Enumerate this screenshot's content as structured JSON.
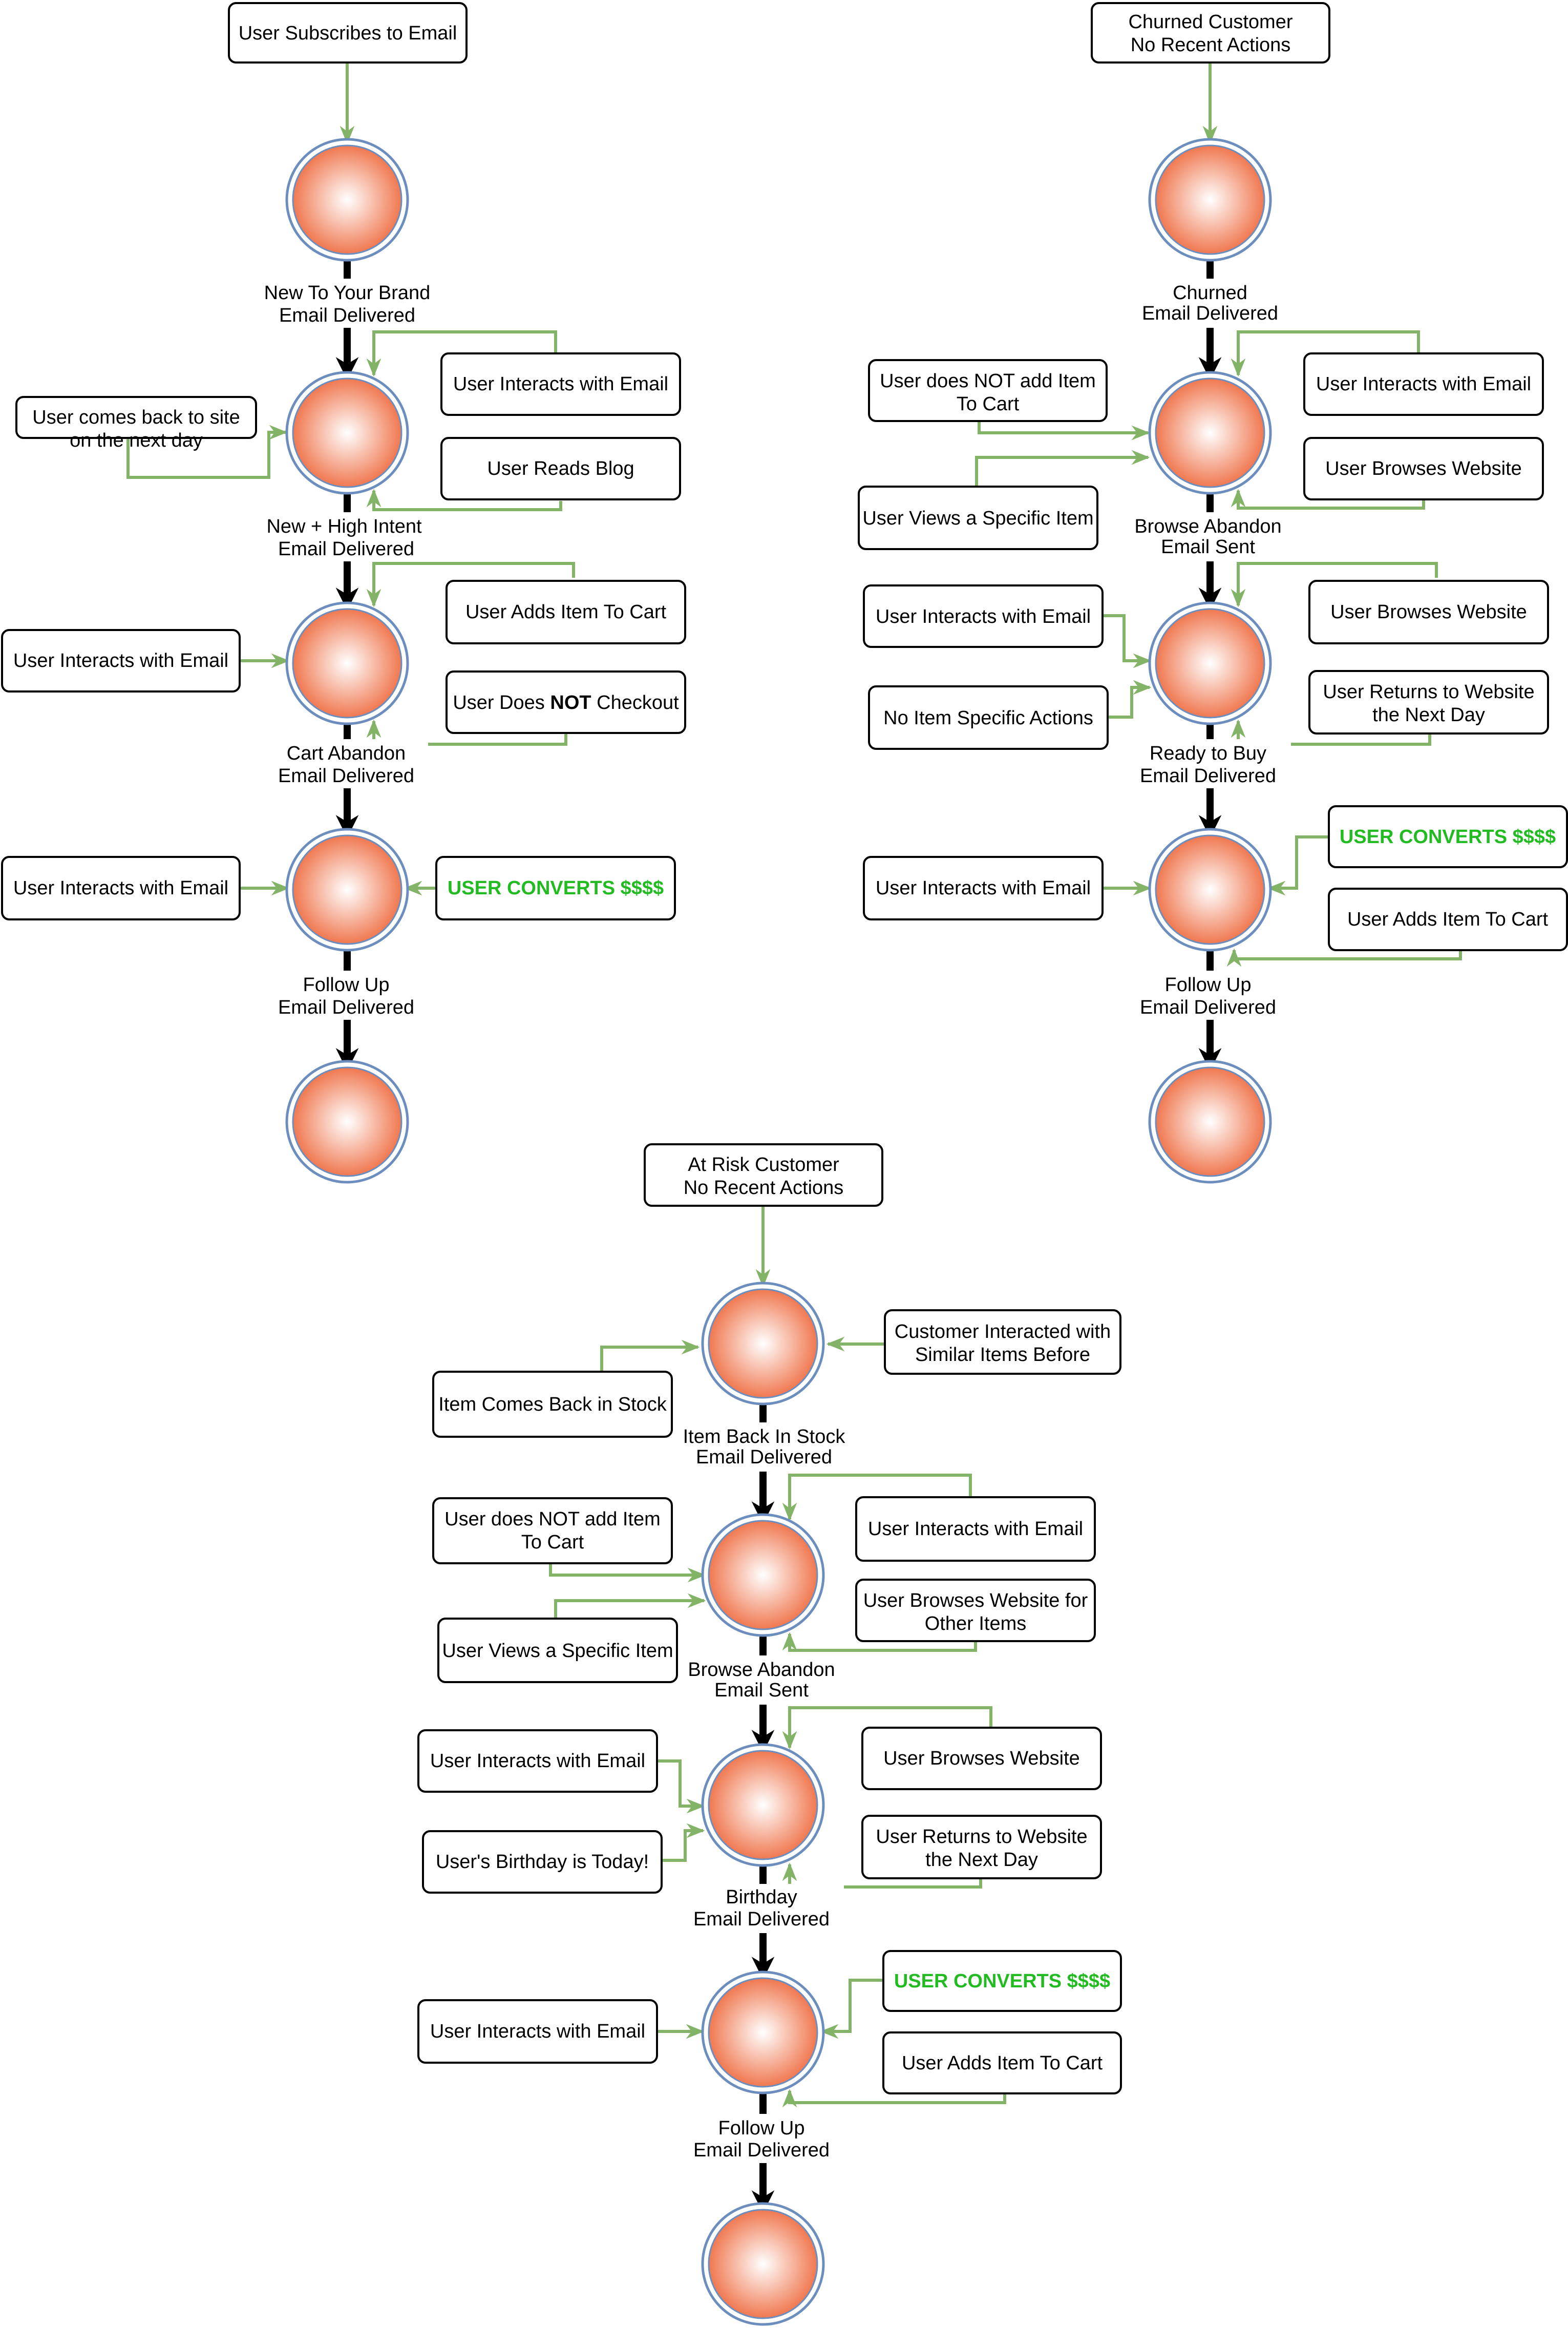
{
  "palette": {
    "edge_green": "#82b366",
    "flow_black": "#000000",
    "node_outer": "#6c8ebf",
    "node_fill_center": "#ffffff",
    "node_fill_edge": "#f07850",
    "convert_green": "#22bb22"
  },
  "flows": [
    {
      "trigger": "User Subscribes to Email",
      "stages": [
        {
          "label": [
            "New To Your Brand",
            "Email Delivered"
          ],
          "left_inputs": [],
          "right_inputs": []
        },
        {
          "label": [
            "New + High Intent",
            "Email Delivered"
          ],
          "left_inputs": [
            [
              "User comes back to site",
              "on the next day"
            ]
          ],
          "right_inputs": [
            [
              "User Interacts with Email"
            ],
            [
              "User Reads Blog"
            ]
          ]
        },
        {
          "label": [
            "Cart Abandon",
            "Email Delivered"
          ],
          "left_inputs": [
            [
              "User Interacts with Email"
            ]
          ],
          "right_inputs": [
            [
              "User Adds Item To Cart"
            ],
            [
              "User Does NOT Checkout"
            ]
          ]
        },
        {
          "label": [
            "Follow Up",
            "Email Delivered"
          ],
          "left_inputs": [
            [
              "User Interacts with Email"
            ]
          ],
          "right_inputs": [
            [
              "USER CONVERTS $$$$"
            ]
          ]
        }
      ]
    },
    {
      "trigger": "Churned Customer No Recent Actions",
      "trigger_lines": [
        "Churned Customer",
        "No Recent Actions"
      ],
      "stages": [
        {
          "label": [
            "Churned",
            "Email Delivered"
          ],
          "left_inputs": [],
          "right_inputs": []
        },
        {
          "label": [
            "Browse Abandon",
            "Email Sent"
          ],
          "left_inputs": [
            [
              "User does NOT add Item",
              "To Cart"
            ],
            [
              "User Views a Specific Item"
            ]
          ],
          "right_inputs": [
            [
              "User Interacts with Email"
            ],
            [
              "User Browses Website"
            ]
          ]
        },
        {
          "label": [
            "Ready to Buy",
            "Email Delivered"
          ],
          "left_inputs": [
            [
              "User Interacts with Email"
            ],
            [
              "No Item Specific Actions"
            ]
          ],
          "right_inputs": [
            [
              "User Browses Website"
            ],
            [
              "User Returns to Website",
              "the Next Day"
            ]
          ]
        },
        {
          "label": [
            "Follow Up",
            "Email Delivered"
          ],
          "left_inputs": [
            [
              "User Interacts with Email"
            ]
          ],
          "right_inputs": [
            [
              "USER CONVERTS $$$$"
            ],
            [
              "User Adds Item To Cart"
            ]
          ]
        }
      ]
    },
    {
      "trigger_lines": [
        "At Risk Customer",
        "No Recent Actions"
      ],
      "stages": [
        {
          "label": [
            "Item Back In Stock",
            "Email Delivered"
          ],
          "left_inputs": [
            [
              "Item Comes Back in Stock"
            ]
          ],
          "right_inputs": [
            [
              "Customer Interacted with",
              "Similar Items Before"
            ]
          ]
        },
        {
          "label": [
            "Browse Abandon",
            "Email Sent"
          ],
          "left_inputs": [
            [
              "User does NOT add Item",
              "To Cart"
            ],
            [
              "User Views a Specific Item"
            ]
          ],
          "right_inputs": [
            [
              "User Interacts with Email"
            ],
            [
              "User Browses Website for",
              "Other Items"
            ]
          ]
        },
        {
          "label": [
            "Birthday",
            "Email Delivered"
          ],
          "left_inputs": [
            [
              "User Interacts with Email"
            ],
            [
              "User's Birthday is Today!"
            ]
          ],
          "right_inputs": [
            [
              "User Browses Website"
            ],
            [
              "User Returns to Website",
              "the Next Day"
            ]
          ]
        },
        {
          "label": [
            "Follow Up",
            "Email Delivered"
          ],
          "left_inputs": [
            [
              "User Interacts with Email"
            ]
          ],
          "right_inputs": [
            [
              "USER CONVERTS $$$$"
            ],
            [
              "User Adds Item To Cart"
            ]
          ]
        }
      ]
    }
  ],
  "text": {
    "f1_trigger": "User Subscribes to Email",
    "f1_s1_l1": "New To Your Brand",
    "f1_s1_l2": "Email Delivered",
    "f1_s2_l1": "New + High Intent",
    "f1_s2_l2": "Email Delivered",
    "f1_s3_l1": "Cart Abandon",
    "f1_s3_l2": "Email Delivered",
    "f1_s4_l1": "Follow Up",
    "f1_s4_l2": "Email Delivered",
    "f1_b_interact_top": "User Interacts with Email",
    "f1_b_blog": "User Reads Blog",
    "f1_b_comeback_1": "User comes back to site",
    "f1_b_comeback_2": "on the next day",
    "f1_b_addcart": "User Adds Item To Cart",
    "f1_b_interact_mid": "User Interacts with Email",
    "f1_b_nocheckout_a": "User Does ",
    "f1_b_nocheckout_b": "NOT",
    "f1_b_nocheckout_c": " Checkout",
    "f1_b_interact_low": "User Interacts with Email",
    "f1_b_converts": "USER CONVERTS $$$$",
    "f2_trigger_1": "Churned Customer",
    "f2_trigger_2": "No Recent Actions",
    "f2_s1_l1": "Churned",
    "f2_s1_l2": "Email Delivered",
    "f2_s2_l1": "Browse Abandon",
    "f2_s2_l2": "Email Sent",
    "f2_s3_l1": "Ready to Buy",
    "f2_s3_l2": "Email Delivered",
    "f2_s4_l1": "Follow Up",
    "f2_s4_l2": "Email Delivered",
    "f2_b_noadd_1": "User does NOT add Item",
    "f2_b_noadd_2": "To Cart",
    "f2_b_views": "User Views a Specific Item",
    "f2_b_interact_top": "User Interacts with Email",
    "f2_b_browses_top": "User Browses Website",
    "f2_b_interact_mid": "User Interacts with Email",
    "f2_b_noitem": "No Item Specific Actions",
    "f2_b_browses_mid": "User Browses Website",
    "f2_b_returns_1": "User Returns to Website",
    "f2_b_returns_2": "the Next Day",
    "f2_b_interact_low": "User Interacts with Email",
    "f2_b_converts": "USER CONVERTS $$$$",
    "f2_b_addcart": "User Adds Item To Cart",
    "f3_trigger_1": "At Risk Customer",
    "f3_trigger_2": "No Recent Actions",
    "f3_s1_l1": "Item Back In Stock",
    "f3_s1_l2": "Email Delivered",
    "f3_s2_l1": "Browse Abandon",
    "f3_s2_l2": "Email Sent",
    "f3_s3_l1": "Birthday",
    "f3_s3_l2": "Email Delivered",
    "f3_s4_l1": "Follow Up",
    "f3_s4_l2": "Email Delivered",
    "f3_b_backstock": "Item Comes Back in Stock",
    "f3_b_similar_1": "Customer Interacted with",
    "f3_b_similar_2": "Similar Items Before",
    "f3_b_noadd_1": "User does NOT add Item",
    "f3_b_noadd_2": "To Cart",
    "f3_b_views": "User Views a Specific Item",
    "f3_b_interact_top": "User Interacts with Email",
    "f3_b_other_1": "User Browses Website for",
    "f3_b_other_2": "Other Items",
    "f3_b_interact_mid": "User Interacts with Email",
    "f3_b_birthday": "User's Birthday is Today!",
    "f3_b_browses_mid": "User Browses Website",
    "f3_b_returns_1": "User Returns to Website",
    "f3_b_returns_2": "the Next Day",
    "f3_b_interact_low": "User Interacts with Email",
    "f3_b_converts": "USER CONVERTS $$$$",
    "f3_b_addcart": "User Adds Item To Cart"
  }
}
